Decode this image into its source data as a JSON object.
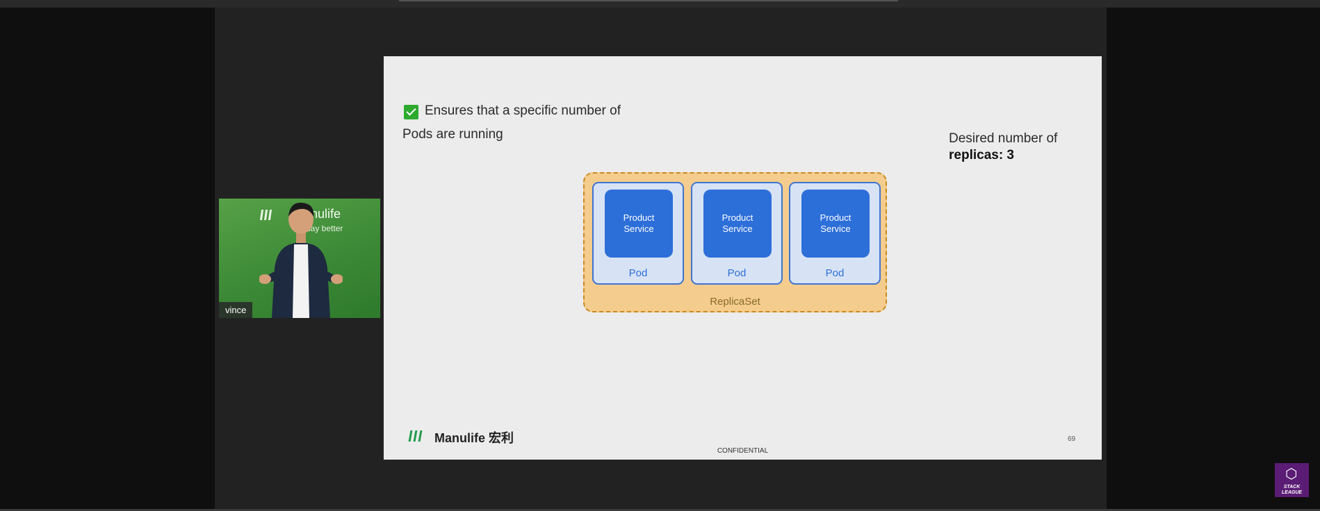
{
  "video": {
    "participant_name": "vince",
    "background_brand": "anulife",
    "background_tagline": "day better"
  },
  "slide": {
    "bullet_line1": "Ensures that a specific number of",
    "bullet_line2": "Pods are running",
    "desired_label": "Desired number of",
    "desired_value": "replicas: 3",
    "pods": [
      {
        "service_line1": "Product",
        "service_line2": "Service",
        "label": "Pod"
      },
      {
        "service_line1": "Product",
        "service_line2": "Service",
        "label": "Pod"
      },
      {
        "service_line1": "Product",
        "service_line2": "Service",
        "label": "Pod"
      }
    ],
    "replicaset_label": "ReplicaSet",
    "footer_brand": "Manulife 宏利",
    "confidential": "CONFIDENTIAL",
    "page_number": "69"
  },
  "badge": {
    "text_line1": "STACK",
    "text_line2": "LEAGUE"
  },
  "colors": {
    "check_green": "#2eaa2e",
    "service_blue": "#2d6fd9",
    "replicaset_fill": "#f3cc8e",
    "badge_purple": "#5a1c74"
  }
}
